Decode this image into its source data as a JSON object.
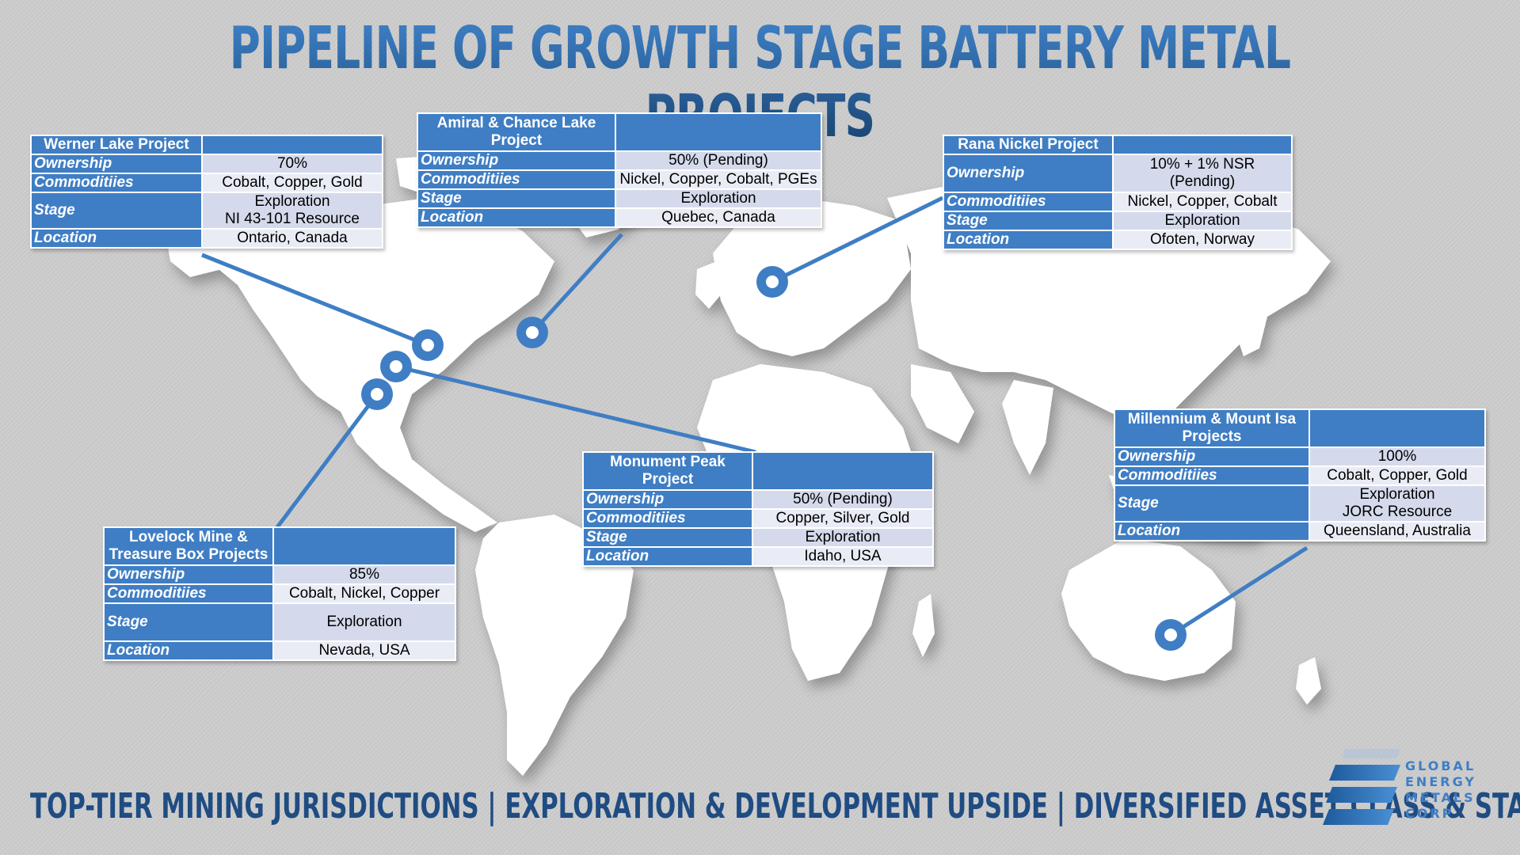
{
  "title": "PIPELINE OF GROWTH STAGE BATTERY METAL PROJECTS",
  "tagline": "TOP-TIER MINING JURISDICTIONS  |  EXPLORATION & DEVELOPMENT UPSIDE  |  DIVERSIFIED ASSET CLASS & STAGE",
  "logo": {
    "line1": "GLOBAL",
    "line2": "ENERGY",
    "line3": "METALS",
    "line4": "CORP"
  },
  "colors": {
    "accent": "#3f7ec4",
    "title_dark": "#17416f",
    "row_light": "#e9ecf5",
    "row_mid": "#d4daeb"
  },
  "field_labels": {
    "ownership": "Ownership",
    "commodities": "Commoditiies",
    "stage": "Stage",
    "location": "Location"
  },
  "projects": [
    {
      "name": "Werner Lake Project",
      "ownership": "70%",
      "commodities": "Cobalt, Copper, Gold",
      "stage": "Exploration",
      "stage_detail": "NI 43-101 Resource",
      "location": "Ontario, Canada"
    },
    {
      "name": "Amiral & Chance Lake Project",
      "ownership": "50% (Pending)",
      "commodities": "Nickel, Copper, Cobalt, PGEs",
      "stage": "Exploration",
      "location": "Quebec, Canada"
    },
    {
      "name": "Rana Nickel Project",
      "ownership": "10% + 1% NSR (Pending)",
      "commodities": "Nickel, Copper, Cobalt",
      "stage": "Exploration",
      "location": "Ofoten, Norway"
    },
    {
      "name": "Millennium & Mount Isa Projects",
      "ownership": "100%",
      "commodities": "Cobalt, Copper, Gold",
      "stage": "Exploration",
      "stage_detail": "JORC Resource",
      "location": "Queensland, Australia"
    },
    {
      "name": "Monument Peak Project",
      "ownership": "50% (Pending)",
      "commodities": "Copper, Silver, Gold",
      "stage": "Exploration",
      "location": "Idaho, USA"
    },
    {
      "name": "Lovelock Mine & Treasure Box Projects",
      "ownership": "85%",
      "commodities": "Cobalt, Nickel, Copper",
      "stage": "Exploration",
      "location": "Nevada, USA"
    }
  ]
}
